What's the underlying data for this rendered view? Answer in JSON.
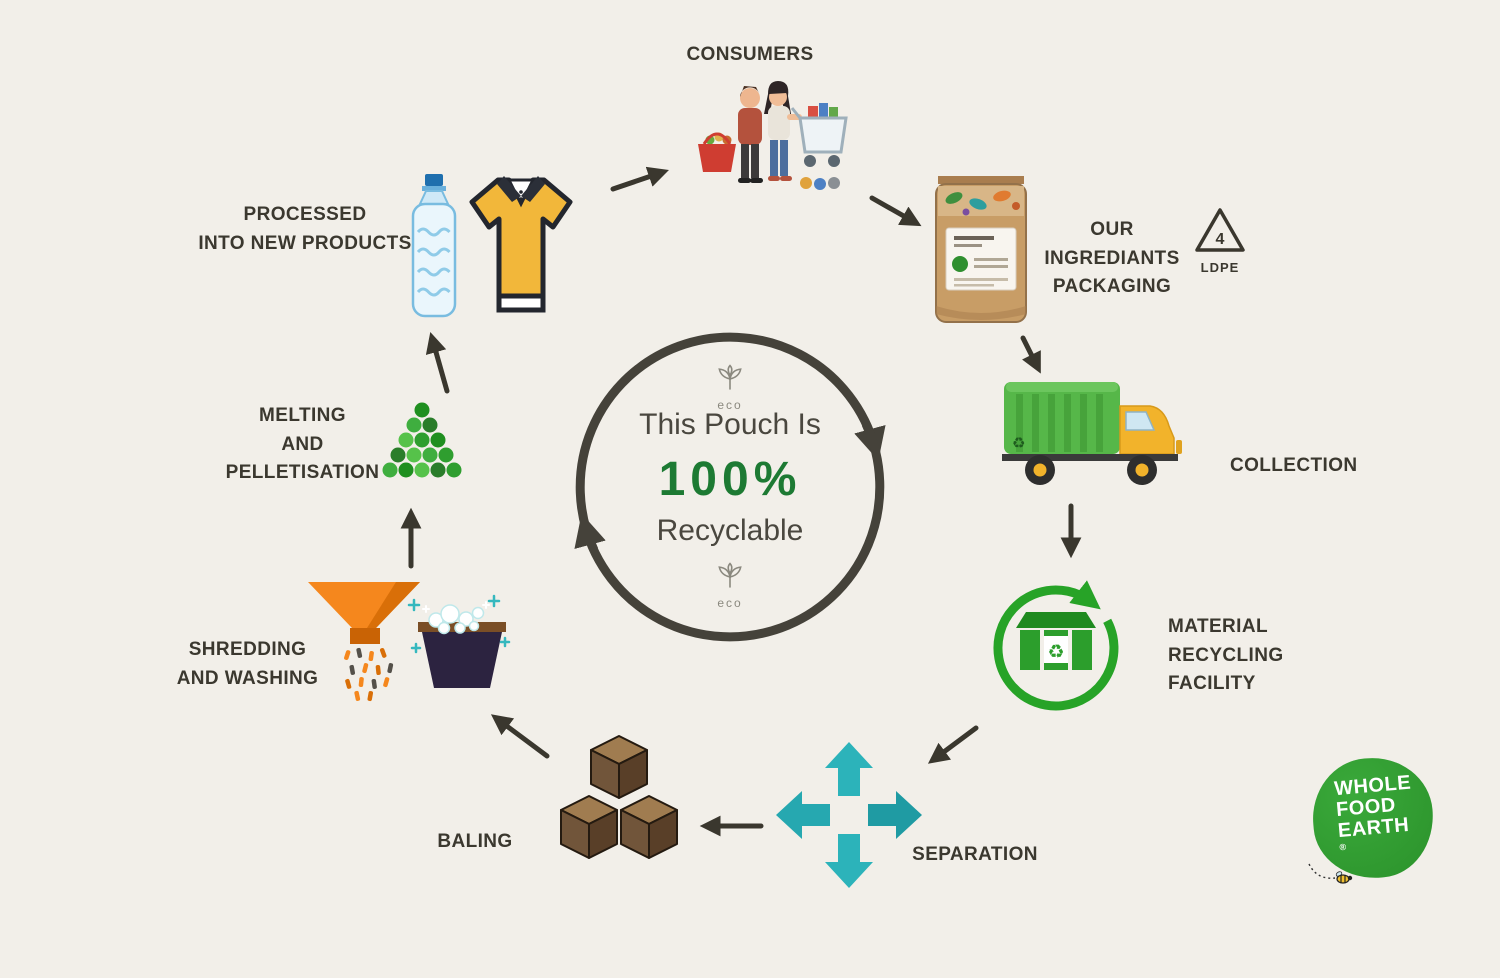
{
  "center": {
    "heading": "This Pouch Is",
    "percent": "100%",
    "subheading": "Recyclable",
    "eco": "eco"
  },
  "steps": {
    "consumers": {
      "label": "CONSUMERS"
    },
    "packaging": {
      "lines": [
        "OUR INGREDIANTS",
        "PACKAGING"
      ],
      "resin_code": "4",
      "resin_label": "LDPE"
    },
    "collection": {
      "label": "COLLECTION"
    },
    "material_recycling_facility": {
      "lines": [
        "MATERIAL",
        "RECYCLING",
        "FACILITY"
      ]
    },
    "separation": {
      "label": "SEPARATION"
    },
    "baling": {
      "label": "BALING"
    },
    "shredding_washing": {
      "lines": [
        "SHREDDING",
        "AND WASHING"
      ]
    },
    "melting_pelletisation": {
      "lines": [
        "MELTING",
        "AND",
        "PELLETISATION"
      ]
    },
    "processed_new_products": {
      "lines": [
        "PROCESSED",
        "INTO NEW PRODUCTS"
      ]
    }
  },
  "cycle_order": [
    "consumers",
    "packaging",
    "collection",
    "material_recycling_facility",
    "separation",
    "baling",
    "shredding_washing",
    "melting_pelletisation",
    "processed_new_products"
  ],
  "icons": {
    "recycle_symbol": "♻"
  },
  "logo": {
    "lines": [
      "WHOLE",
      "FOOD",
      "EARTH"
    ],
    "registered": "®"
  },
  "colors": {
    "background": "#f2efe9",
    "arrow": "#3a372e",
    "accent_green": "#1d7a33",
    "facility_green": "#27a327",
    "separation_teal": "#2cb3ba",
    "funnel_orange": "#f5871d",
    "bale_brown": "#71553a",
    "truck_green": "#56b749",
    "cab_yellow": "#f2b32b",
    "logo_green": "#2f9e2f"
  }
}
